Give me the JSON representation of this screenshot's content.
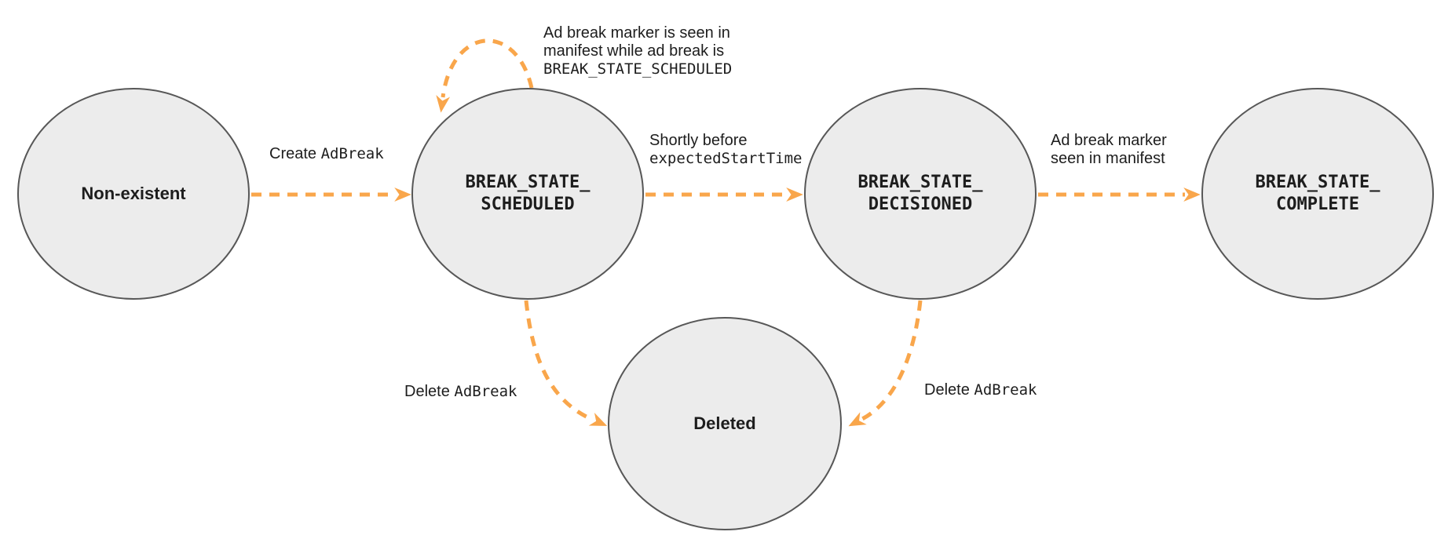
{
  "colors": {
    "arrow": "#F9A64B",
    "node_fill": "#ECECEC",
    "node_stroke": "#575757",
    "text": "#1D1D1D",
    "background": "#FFFFFF"
  },
  "nodes": {
    "non_existent": {
      "label": "Non-existent"
    },
    "scheduled": {
      "line1": "BREAK_STATE_",
      "line2": "SCHEDULED"
    },
    "decisioned": {
      "line1": "BREAK_STATE_",
      "line2": "DECISIONED"
    },
    "complete": {
      "line1": "BREAK_STATE_",
      "line2": "COMPLETE"
    },
    "deleted": {
      "label": "Deleted"
    }
  },
  "edges": {
    "create": {
      "prefix": "Create ",
      "code": "AdBreak"
    },
    "self_loop": {
      "line1": "Ad break marker is seen in",
      "line2": "manifest while ad break is",
      "code_line": "BREAK_STATE_SCHEDULED"
    },
    "shortly": {
      "line1": "Shortly before",
      "code_line": "expectedStartTime"
    },
    "marker_seen": {
      "line1": "Ad break marker",
      "line2": "seen in manifest"
    },
    "delete_left": {
      "prefix": "Delete ",
      "code": "AdBreak"
    },
    "delete_right": {
      "prefix": "Delete ",
      "code": "AdBreak"
    }
  }
}
